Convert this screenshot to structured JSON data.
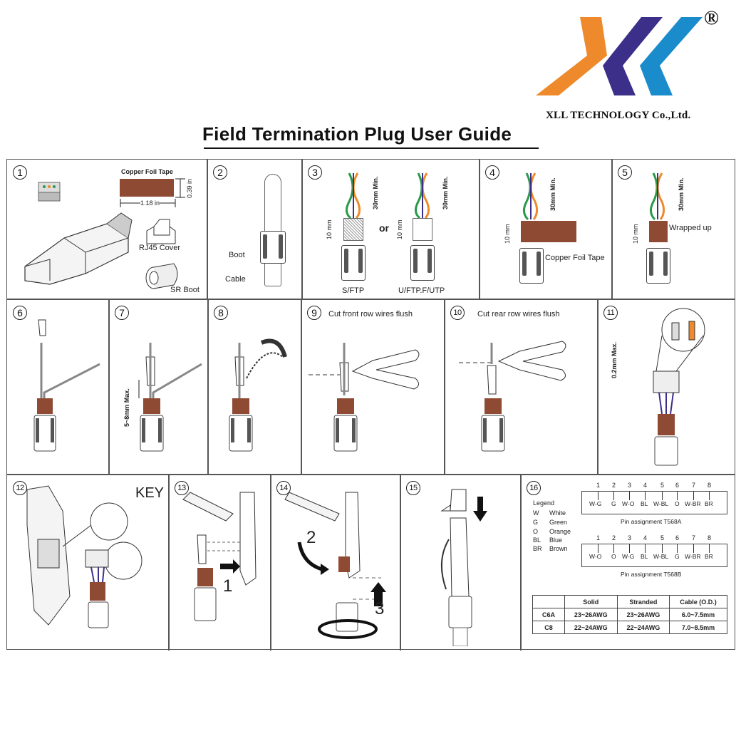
{
  "brand": {
    "company": "XLL TECHNOLOGY Co.,Ltd.",
    "registered_mark": "®",
    "colors": {
      "orange": "#ee8a2c",
      "purple": "#3b2f8a",
      "blue": "#1a8ccc",
      "copper": "#8e4a33"
    }
  },
  "title": "Field Termination Plug User Guide",
  "steps": [
    {
      "num": "1",
      "labels": {
        "copper_foil_tape": "Copper Foil Tape",
        "height": "0.39 in",
        "width": "1.18 in",
        "rj45_cover": "RJ45 Cover",
        "sr_boot": "SR Boot"
      }
    },
    {
      "num": "2",
      "labels": {
        "boot": "Boot",
        "cable": "Cable"
      }
    },
    {
      "num": "3",
      "labels": {
        "length_min": "30mm Min.",
        "length_10": "10 mm",
        "or": "or",
        "sftp": "S/FTP",
        "uftp": "U/FTP.F/UTP"
      }
    },
    {
      "num": "4",
      "labels": {
        "length_min": "30mm Min.",
        "length_10": "10 mm",
        "copper_foil_tape": "Copper Foil Tape"
      }
    },
    {
      "num": "5",
      "labels": {
        "length_min": "30mm Min.",
        "length_10": "10 mm",
        "wrapped": "Wrapped up"
      }
    },
    {
      "num": "6",
      "labels": {}
    },
    {
      "num": "7",
      "labels": {
        "max": "5~8mm Max."
      }
    },
    {
      "num": "8",
      "labels": {}
    },
    {
      "num": "9",
      "labels": {
        "instruction": "Cut front row wires flush"
      }
    },
    {
      "num": "10",
      "labels": {
        "instruction": "Cut rear row wires flush"
      }
    },
    {
      "num": "11",
      "labels": {
        "max": "0.2mm Max."
      }
    },
    {
      "num": "12",
      "labels": {
        "key": "KEY"
      }
    },
    {
      "num": "13",
      "labels": {
        "arrow_step": "1"
      }
    },
    {
      "num": "14",
      "labels": {
        "rotate_step": "2",
        "twist_step": "3"
      }
    },
    {
      "num": "15",
      "labels": {}
    },
    {
      "num": "16",
      "labels": {}
    }
  ],
  "legend": {
    "title": "Legend",
    "items": [
      {
        "code": "W",
        "name": "White"
      },
      {
        "code": "G",
        "name": "Green"
      },
      {
        "code": "O",
        "name": "Orange"
      },
      {
        "code": "BL",
        "name": "Blue"
      },
      {
        "code": "BR",
        "name": "Brown"
      }
    ]
  },
  "pin_assignments": [
    {
      "caption": "Pin assignment T568A",
      "pins": [
        "1",
        "2",
        "3",
        "4",
        "5",
        "6",
        "7",
        "8"
      ],
      "wires": [
        "W-G",
        "G",
        "W-O",
        "BL",
        "W-BL",
        "O",
        "W-BR",
        "BR"
      ]
    },
    {
      "caption": "Pin assignment T568B",
      "pins": [
        "1",
        "2",
        "3",
        "4",
        "5",
        "6",
        "7",
        "8"
      ],
      "wires": [
        "W-O",
        "O",
        "W-G",
        "BL",
        "W-BL",
        "G",
        "W-BR",
        "BR"
      ]
    }
  ],
  "spec_table": {
    "headers": [
      "",
      "Solid",
      "Stranded",
      "Cable (O.D.)"
    ],
    "rows": [
      [
        "C6A",
        "23~26AWG",
        "23~26AWG",
        "6.0~7.5mm"
      ],
      [
        "C8",
        "22~24AWG",
        "22~24AWG",
        "7.0~8.5mm"
      ]
    ]
  }
}
